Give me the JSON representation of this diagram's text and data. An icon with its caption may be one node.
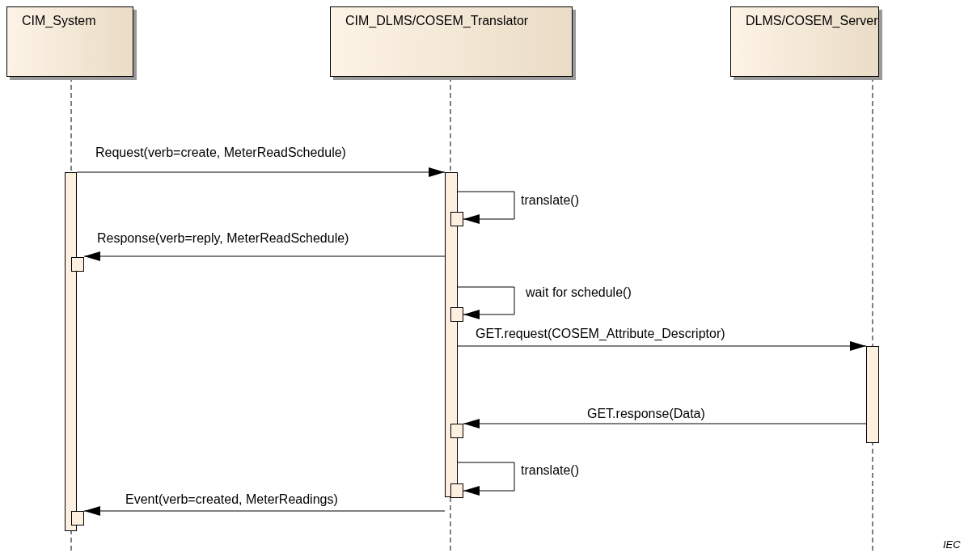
{
  "diagram": {
    "nodes": [
      {
        "text": [
          "CIM_System"
        ]
      },
      {
        "text": [
          "CIM_DLMS/COSEM_Translator"
        ]
      },
      {
        "text": [
          "DLMS/COSEM_Server"
        ]
      },
      {
        "text": [],
        "shape": "bar"
      },
      {
        "text": [],
        "shape": "bar"
      },
      {
        "text": [],
        "shape": "bar"
      },
      {
        "text": [],
        "shape": "bar"
      },
      {
        "text": [],
        "shape": "bar"
      },
      {
        "text": [],
        "shape": "bar"
      },
      {
        "text": [],
        "shape": "bar"
      },
      {
        "text": [],
        "shape": "bar"
      },
      {
        "text": [],
        "shape": "bar"
      }
    ],
    "edges": [
      {
        "from": 3,
        "to": 6,
        "arrow": "to",
        "label": "Request(verb=create, MeterReadSchedule)"
      },
      {
        "from": 6,
        "to": 7,
        "arrow": "to",
        "label": "translate()"
      },
      {
        "from": 6,
        "to": 4,
        "arrow": "to",
        "label": "Response(verb=reply, MeterReadSchedule)"
      },
      {
        "from": 6,
        "to": 8,
        "arrow": "to",
        "label": "wait for schedule()"
      },
      {
        "from": 6,
        "to": 11,
        "arrow": "to",
        "label": "GET.request(COSEM_Attribute_Descriptor)"
      },
      {
        "from": 11,
        "to": 9,
        "arrow": "to",
        "label": "GET.response(Data)"
      },
      {
        "from": 6,
        "to": 10,
        "arrow": "to",
        "label": "translate()"
      },
      {
        "from": 6,
        "to": 5,
        "arrow": "to",
        "label": "Event(verb=created, MeterReadings)"
      }
    ],
    "labels": [
      "IEC"
    ]
  }
}
